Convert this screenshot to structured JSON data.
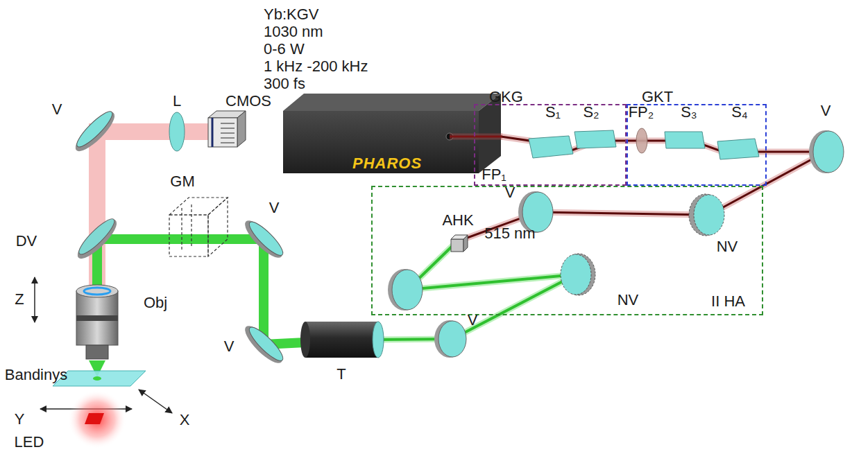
{
  "diagram": {
    "nodes": [
      {
        "text": [
          "Yb:KGV",
          "1030 nm",
          "0-6 W",
          "1 kHz -200 kHz",
          "300 fs",
          "PHAROS"
        ]
      },
      {
        "text": [
          "GKG"
        ]
      },
      {
        "text": [
          "GKT"
        ]
      },
      {
        "text": [
          "II HA"
        ]
      }
    ],
    "labels": [
      "V",
      "L",
      "CMOS",
      "FP₁",
      "S₁",
      "S₂",
      "FP₂",
      "S₃",
      "S₄",
      "V",
      "V",
      "NV",
      "AHK",
      "515 nm",
      "NV",
      "DV",
      "GM",
      "V",
      "Z",
      "Obj",
      "V",
      "T",
      "V",
      "Bandinys",
      "X",
      "Y",
      "LED"
    ]
  }
}
